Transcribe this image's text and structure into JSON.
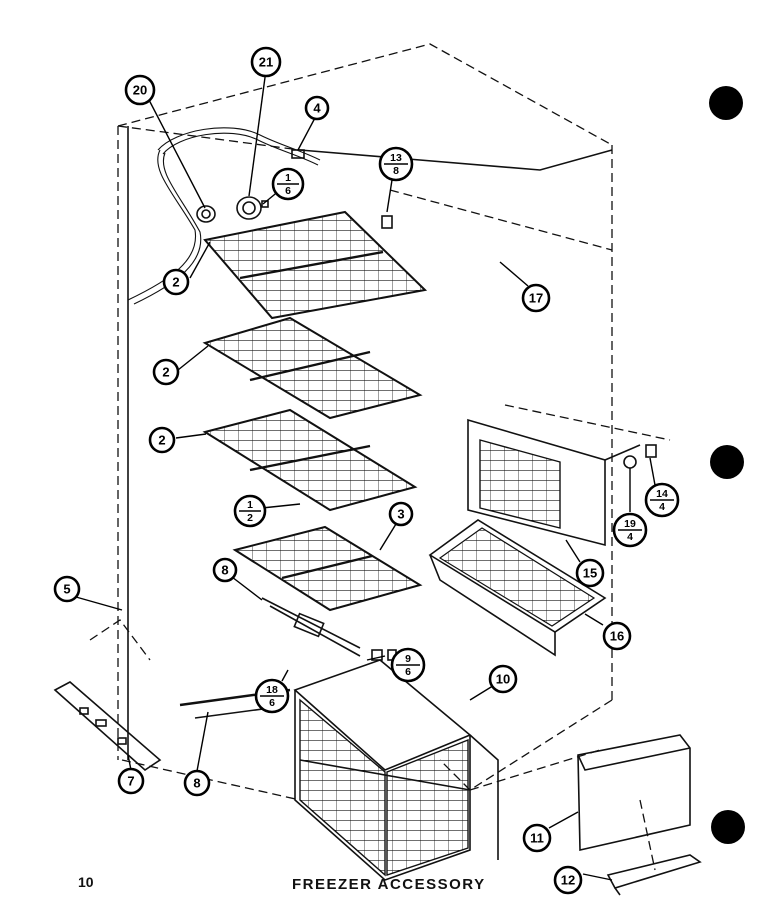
{
  "page": {
    "number": "10",
    "title": "FREEZER ACCESSORY"
  },
  "callouts": [
    {
      "id": "c20",
      "kind": "single",
      "label": "20"
    },
    {
      "id": "c21",
      "kind": "single",
      "label": "21"
    },
    {
      "id": "c4",
      "kind": "single",
      "label": "4"
    },
    {
      "id": "c1-6",
      "kind": "fraction",
      "top": "1",
      "bottom": "6"
    },
    {
      "id": "c13-8",
      "kind": "fraction",
      "top": "13",
      "bottom": "8"
    },
    {
      "id": "c17",
      "kind": "single",
      "label": "17"
    },
    {
      "id": "c2a",
      "kind": "single",
      "label": "2"
    },
    {
      "id": "c2b",
      "kind": "single",
      "label": "2"
    },
    {
      "id": "c2c",
      "kind": "single",
      "label": "2"
    },
    {
      "id": "c1-2",
      "kind": "fraction",
      "top": "1",
      "bottom": "2"
    },
    {
      "id": "c3",
      "kind": "single",
      "label": "3"
    },
    {
      "id": "c14-4",
      "kind": "fraction",
      "top": "14",
      "bottom": "4"
    },
    {
      "id": "c19-4",
      "kind": "fraction",
      "top": "19",
      "bottom": "4"
    },
    {
      "id": "c15",
      "kind": "single",
      "label": "15"
    },
    {
      "id": "c16",
      "kind": "single",
      "label": "16"
    },
    {
      "id": "c5",
      "kind": "single",
      "label": "5"
    },
    {
      "id": "c8a",
      "kind": "single",
      "label": "8"
    },
    {
      "id": "c9-6",
      "kind": "fraction",
      "top": "9",
      "bottom": "6"
    },
    {
      "id": "c18-6",
      "kind": "fraction",
      "top": "18",
      "bottom": "6"
    },
    {
      "id": "c10",
      "kind": "single",
      "label": "10"
    },
    {
      "id": "c7",
      "kind": "single",
      "label": "7"
    },
    {
      "id": "c8b",
      "kind": "single",
      "label": "8"
    },
    {
      "id": "c11",
      "kind": "single",
      "label": "11"
    },
    {
      "id": "c12",
      "kind": "single",
      "label": "12"
    }
  ]
}
